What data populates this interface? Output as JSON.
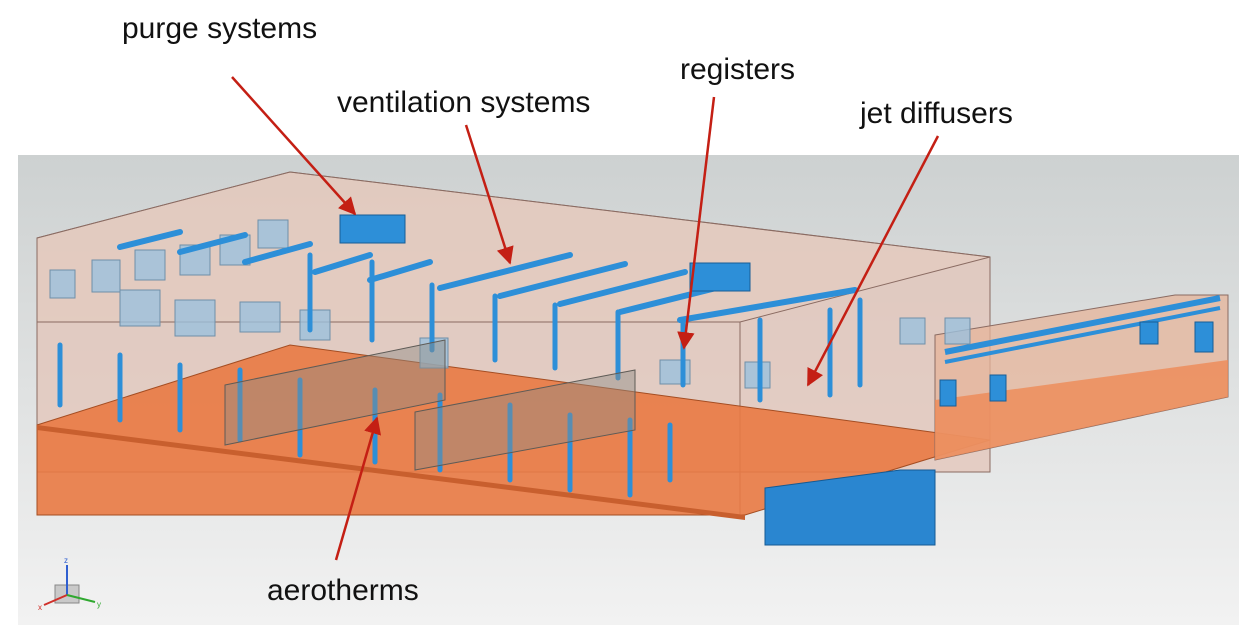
{
  "callouts": {
    "purge": "purge systems",
    "ventilation": "ventilation systems",
    "registers": "registers",
    "jet": "jet diffusers",
    "aerotherms": "aerotherms"
  },
  "axes_triad": {
    "x": "x",
    "y": "y",
    "z": "z"
  },
  "colors": {
    "viewport_top": "#cdd1d1",
    "viewport_bottom": "#f2f2f2",
    "building_wall": "#e3c4b8",
    "floor": "#e97a44",
    "duct": "#2d8fd8",
    "window": "#9bc1dd",
    "arrow": "#c41f14"
  }
}
